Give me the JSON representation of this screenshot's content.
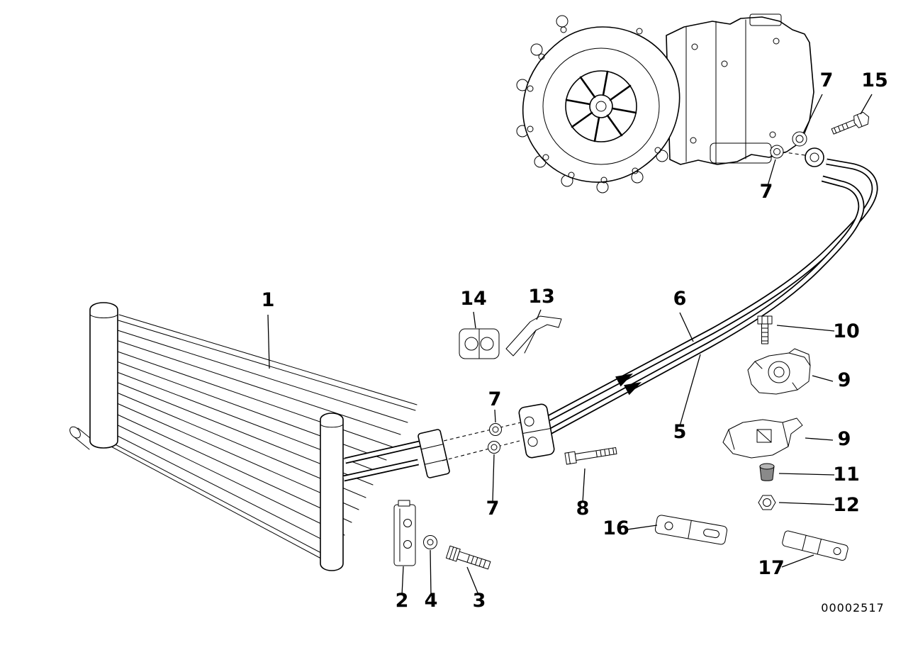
{
  "diagram": {
    "drawing_number": "00002517",
    "callouts": [
      {
        "label": "1"
      },
      {
        "label": "2"
      },
      {
        "label": "3"
      },
      {
        "label": "4"
      },
      {
        "label": "5"
      },
      {
        "label": "6"
      },
      {
        "label": "7"
      },
      {
        "label": "7"
      },
      {
        "label": "7"
      },
      {
        "label": "7"
      },
      {
        "label": "8"
      },
      {
        "label": "9"
      },
      {
        "label": "9"
      },
      {
        "label": "10"
      },
      {
        "label": "11"
      },
      {
        "label": "12"
      },
      {
        "label": "13"
      },
      {
        "label": "14"
      },
      {
        "label": "15"
      },
      {
        "label": "16"
      },
      {
        "label": "17"
      }
    ]
  }
}
